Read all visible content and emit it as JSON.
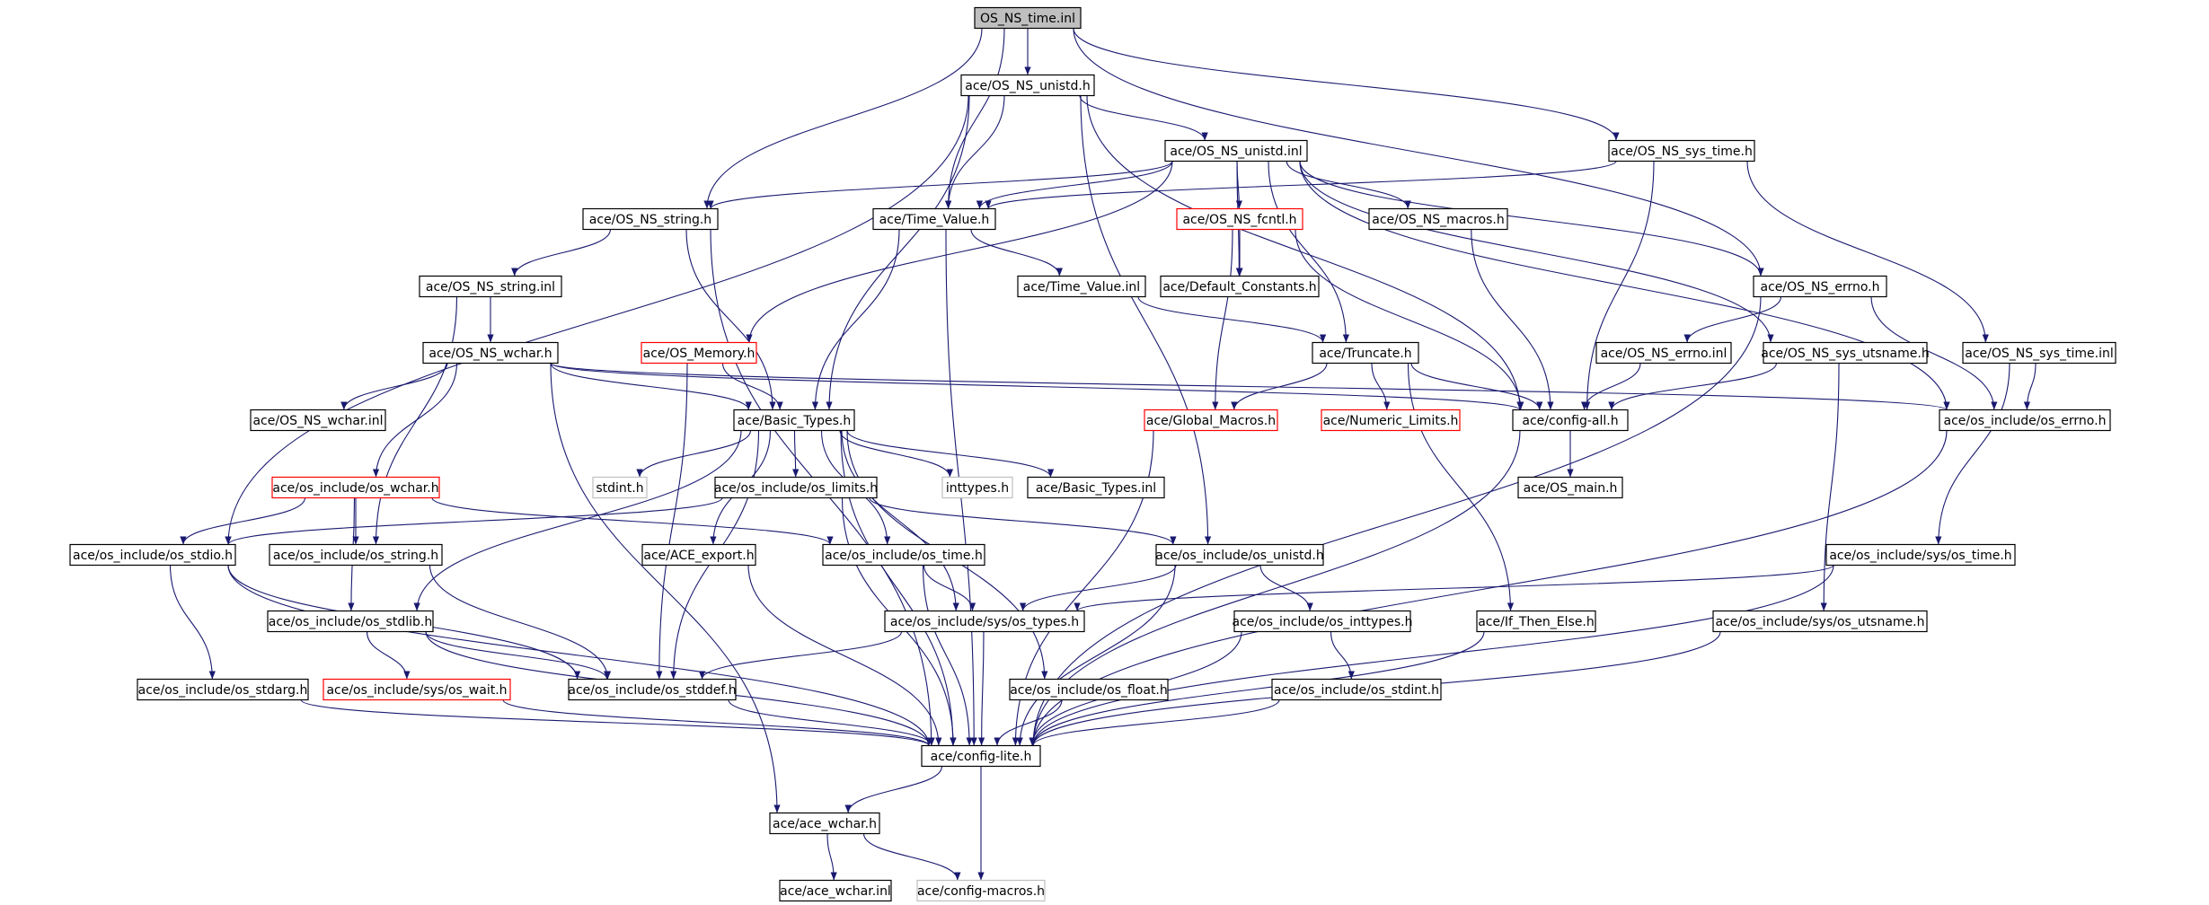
{
  "colors": {
    "edge": "#191970",
    "box_border": "#000000",
    "box_border_incomplete": "#ff0000",
    "box_border_external": "#bfbfbf",
    "root_fill": "#bfbfbf",
    "node_fill": "#ffffff"
  },
  "nodes": [
    {
      "id": "root",
      "label": "OS_NS_time.inl",
      "kind": "root"
    },
    {
      "id": "unistd_h",
      "label": "ace/OS_NS_unistd.h",
      "kind": "normal"
    },
    {
      "id": "unistd_inl",
      "label": "ace/OS_NS_unistd.inl",
      "kind": "normal"
    },
    {
      "id": "sys_time_h",
      "label": "ace/OS_NS_sys_time.h",
      "kind": "normal"
    },
    {
      "id": "string_h",
      "label": "ace/OS_NS_string.h",
      "kind": "normal"
    },
    {
      "id": "time_value_h",
      "label": "ace/Time_Value.h",
      "kind": "normal"
    },
    {
      "id": "fcntl_h",
      "label": "ace/OS_NS_fcntl.h",
      "kind": "incomplete"
    },
    {
      "id": "macros_h",
      "label": "ace/OS_NS_macros.h",
      "kind": "normal"
    },
    {
      "id": "errno_h",
      "label": "ace/OS_NS_errno.h",
      "kind": "normal"
    },
    {
      "id": "string_inl",
      "label": "ace/OS_NS_string.inl",
      "kind": "normal"
    },
    {
      "id": "time_value_inl",
      "label": "ace/Time_Value.inl",
      "kind": "normal"
    },
    {
      "id": "default_constants",
      "label": "ace/Default_Constants.h",
      "kind": "normal"
    },
    {
      "id": "wchar_h",
      "label": "ace/OS_NS_wchar.h",
      "kind": "normal"
    },
    {
      "id": "memory_h",
      "label": "ace/OS_Memory.h",
      "kind": "incomplete"
    },
    {
      "id": "truncate_h",
      "label": "ace/Truncate.h",
      "kind": "normal"
    },
    {
      "id": "errno_inl",
      "label": "ace/OS_NS_errno.inl",
      "kind": "normal"
    },
    {
      "id": "sys_utsname_h",
      "label": "ace/OS_NS_sys_utsname.h",
      "kind": "normal"
    },
    {
      "id": "sys_time_inl",
      "label": "ace/OS_NS_sys_time.inl",
      "kind": "normal"
    },
    {
      "id": "wchar_inl",
      "label": "ace/OS_NS_wchar.inl",
      "kind": "normal"
    },
    {
      "id": "basic_types_h",
      "label": "ace/Basic_Types.h",
      "kind": "normal"
    },
    {
      "id": "global_macros",
      "label": "ace/Global_Macros.h",
      "kind": "incomplete"
    },
    {
      "id": "numeric_limits",
      "label": "ace/Numeric_Limits.h",
      "kind": "incomplete"
    },
    {
      "id": "config_all",
      "label": "ace/config-all.h",
      "kind": "normal"
    },
    {
      "id": "os_errno",
      "label": "ace/os_include/os_errno.h",
      "kind": "normal"
    },
    {
      "id": "os_wchar",
      "label": "ace/os_include/os_wchar.h",
      "kind": "incomplete"
    },
    {
      "id": "stdint_h",
      "label": "stdint.h",
      "kind": "external"
    },
    {
      "id": "os_limits",
      "label": "ace/os_include/os_limits.h",
      "kind": "normal"
    },
    {
      "id": "inttypes_h",
      "label": "inttypes.h",
      "kind": "external"
    },
    {
      "id": "basic_types_inl",
      "label": "ace/Basic_Types.inl",
      "kind": "normal"
    },
    {
      "id": "os_main",
      "label": "ace/OS_main.h",
      "kind": "normal"
    },
    {
      "id": "os_stdio",
      "label": "ace/os_include/os_stdio.h",
      "kind": "normal"
    },
    {
      "id": "os_string",
      "label": "ace/os_include/os_string.h",
      "kind": "normal"
    },
    {
      "id": "ace_export",
      "label": "ace/ACE_export.h",
      "kind": "normal"
    },
    {
      "id": "os_time",
      "label": "ace/os_include/os_time.h",
      "kind": "normal"
    },
    {
      "id": "os_unistd",
      "label": "ace/os_include/os_unistd.h",
      "kind": "normal"
    },
    {
      "id": "sys_os_time",
      "label": "ace/os_include/sys/os_time.h",
      "kind": "normal"
    },
    {
      "id": "os_stdlib",
      "label": "ace/os_include/os_stdlib.h",
      "kind": "normal"
    },
    {
      "id": "sys_os_types",
      "label": "ace/os_include/sys/os_types.h",
      "kind": "normal"
    },
    {
      "id": "os_inttypes",
      "label": "ace/os_include/os_inttypes.h",
      "kind": "normal"
    },
    {
      "id": "if_then_else",
      "label": "ace/If_Then_Else.h",
      "kind": "normal"
    },
    {
      "id": "sys_os_utsname",
      "label": "ace/os_include/sys/os_utsname.h",
      "kind": "normal"
    },
    {
      "id": "os_stdarg",
      "label": "ace/os_include/os_stdarg.h",
      "kind": "normal"
    },
    {
      "id": "sys_os_wait",
      "label": "ace/os_include/sys/os_wait.h",
      "kind": "incomplete"
    },
    {
      "id": "os_stddef",
      "label": "ace/os_include/os_stddef.h",
      "kind": "normal"
    },
    {
      "id": "os_float",
      "label": "ace/os_include/os_float.h",
      "kind": "normal"
    },
    {
      "id": "os_stdint",
      "label": "ace/os_include/os_stdint.h",
      "kind": "normal"
    },
    {
      "id": "config_lite",
      "label": "ace/config-lite.h",
      "kind": "normal"
    },
    {
      "id": "ace_wchar_h",
      "label": "ace/ace_wchar.h",
      "kind": "normal"
    },
    {
      "id": "ace_wchar_inl",
      "label": "ace/ace_wchar.inl",
      "kind": "normal"
    },
    {
      "id": "config_macros",
      "label": "ace/config-macros.h",
      "kind": "external"
    }
  ],
  "edges": [
    [
      "root",
      "unistd_h"
    ],
    [
      "root",
      "string_h"
    ],
    [
      "root",
      "time_value_h"
    ],
    [
      "root",
      "sys_time_h"
    ],
    [
      "root",
      "errno_h"
    ],
    [
      "unistd_h",
      "unistd_inl"
    ],
    [
      "unistd_h",
      "time_value_h"
    ],
    [
      "unistd_h",
      "basic_types_h"
    ],
    [
      "unistd_h",
      "config_all"
    ],
    [
      "unistd_h",
      "os_stdio"
    ],
    [
      "unistd_h",
      "os_unistd"
    ],
    [
      "unistd_inl",
      "string_h"
    ],
    [
      "unistd_inl",
      "time_value_h"
    ],
    [
      "unistd_inl",
      "fcntl_h"
    ],
    [
      "unistd_inl",
      "macros_h"
    ],
    [
      "unistd_inl",
      "errno_h"
    ],
    [
      "unistd_inl",
      "default_constants"
    ],
    [
      "unistd_inl",
      "memory_h"
    ],
    [
      "unistd_inl",
      "truncate_h"
    ],
    [
      "unistd_inl",
      "sys_utsname_h"
    ],
    [
      "unistd_inl",
      "os_errno"
    ],
    [
      "sys_time_h",
      "time_value_h"
    ],
    [
      "sys_time_h",
      "config_all"
    ],
    [
      "sys_time_h",
      "sys_time_inl"
    ],
    [
      "string_h",
      "string_inl"
    ],
    [
      "string_h",
      "basic_types_h"
    ],
    [
      "string_h",
      "config_lite"
    ],
    [
      "time_value_h",
      "time_value_inl"
    ],
    [
      "time_value_h",
      "basic_types_h"
    ],
    [
      "time_value_h",
      "config_lite"
    ],
    [
      "fcntl_h",
      "default_constants"
    ],
    [
      "fcntl_h",
      "config_all"
    ],
    [
      "fcntl_h",
      "global_macros"
    ],
    [
      "macros_h",
      "config_all"
    ],
    [
      "errno_h",
      "errno_inl"
    ],
    [
      "errno_h",
      "os_errno"
    ],
    [
      "errno_h",
      "config_lite"
    ],
    [
      "string_inl",
      "wchar_h"
    ],
    [
      "string_inl",
      "os_string"
    ],
    [
      "time_value_inl",
      "truncate_h"
    ],
    [
      "wchar_h",
      "wchar_inl"
    ],
    [
      "wchar_h",
      "basic_types_h"
    ],
    [
      "wchar_h",
      "config_all"
    ],
    [
      "wchar_h",
      "os_errno"
    ],
    [
      "wchar_h",
      "os_wchar"
    ],
    [
      "wchar_h",
      "ace_wchar_h"
    ],
    [
      "memory_h",
      "basic_types_h"
    ],
    [
      "memory_h",
      "os_stddef"
    ],
    [
      "truncate_h",
      "global_macros"
    ],
    [
      "truncate_h",
      "numeric_limits"
    ],
    [
      "truncate_h",
      "config_all"
    ],
    [
      "truncate_h",
      "if_then_else"
    ],
    [
      "errno_inl",
      "config_all"
    ],
    [
      "sys_utsname_h",
      "config_all"
    ],
    [
      "sys_utsname_h",
      "sys_os_utsname"
    ],
    [
      "sys_time_inl",
      "os_errno"
    ],
    [
      "sys_time_inl",
      "sys_os_time"
    ],
    [
      "basic_types_h",
      "stdint_h"
    ],
    [
      "basic_types_h",
      "os_limits"
    ],
    [
      "basic_types_h",
      "inttypes_h"
    ],
    [
      "basic_types_h",
      "basic_types_inl"
    ],
    [
      "basic_types_h",
      "ace_export"
    ],
    [
      "basic_types_h",
      "sys_os_types"
    ],
    [
      "basic_types_h",
      "os_stdlib"
    ],
    [
      "basic_types_h",
      "os_stddef"
    ],
    [
      "basic_types_h",
      "os_float"
    ],
    [
      "basic_types_h",
      "os_time"
    ],
    [
      "basic_types_h",
      "config_lite"
    ],
    [
      "global_macros",
      "config_lite"
    ],
    [
      "config_all",
      "os_main"
    ],
    [
      "config_all",
      "config_lite"
    ],
    [
      "os_errno",
      "config_lite"
    ],
    [
      "os_wchar",
      "os_stdio"
    ],
    [
      "os_wchar",
      "os_string"
    ],
    [
      "os_wchar",
      "os_time"
    ],
    [
      "os_wchar",
      "os_stdlib"
    ],
    [
      "os_limits",
      "os_stdio"
    ],
    [
      "os_limits",
      "os_unistd"
    ],
    [
      "os_limits",
      "config_lite"
    ],
    [
      "os_stdio",
      "os_stdarg"
    ],
    [
      "os_stdio",
      "os_stddef"
    ],
    [
      "os_stdio",
      "config_lite"
    ],
    [
      "os_string",
      "os_stddef"
    ],
    [
      "ace_export",
      "config_lite"
    ],
    [
      "os_time",
      "sys_os_types"
    ],
    [
      "os_time",
      "config_lite"
    ],
    [
      "os_unistd",
      "sys_os_types"
    ],
    [
      "os_unistd",
      "os_inttypes"
    ],
    [
      "os_unistd",
      "config_lite"
    ],
    [
      "sys_os_time",
      "sys_os_types"
    ],
    [
      "sys_os_time",
      "config_lite"
    ],
    [
      "os_stdlib",
      "sys_os_wait"
    ],
    [
      "os_stdlib",
      "os_stddef"
    ],
    [
      "os_stdlib",
      "config_lite"
    ],
    [
      "sys_os_types",
      "os_stddef"
    ],
    [
      "sys_os_types",
      "config_lite"
    ],
    [
      "os_inttypes",
      "os_stdint"
    ],
    [
      "os_inttypes",
      "config_lite"
    ],
    [
      "if_then_else",
      "config_lite"
    ],
    [
      "sys_os_utsname",
      "config_lite"
    ],
    [
      "os_stdarg",
      "config_lite"
    ],
    [
      "sys_os_wait",
      "config_lite"
    ],
    [
      "os_stddef",
      "config_lite"
    ],
    [
      "os_float",
      "config_lite"
    ],
    [
      "os_stdint",
      "config_lite"
    ],
    [
      "config_lite",
      "ace_wchar_h"
    ],
    [
      "config_lite",
      "config_macros"
    ],
    [
      "ace_wchar_h",
      "ace_wchar_inl"
    ],
    [
      "ace_wchar_h",
      "config_macros"
    ]
  ]
}
